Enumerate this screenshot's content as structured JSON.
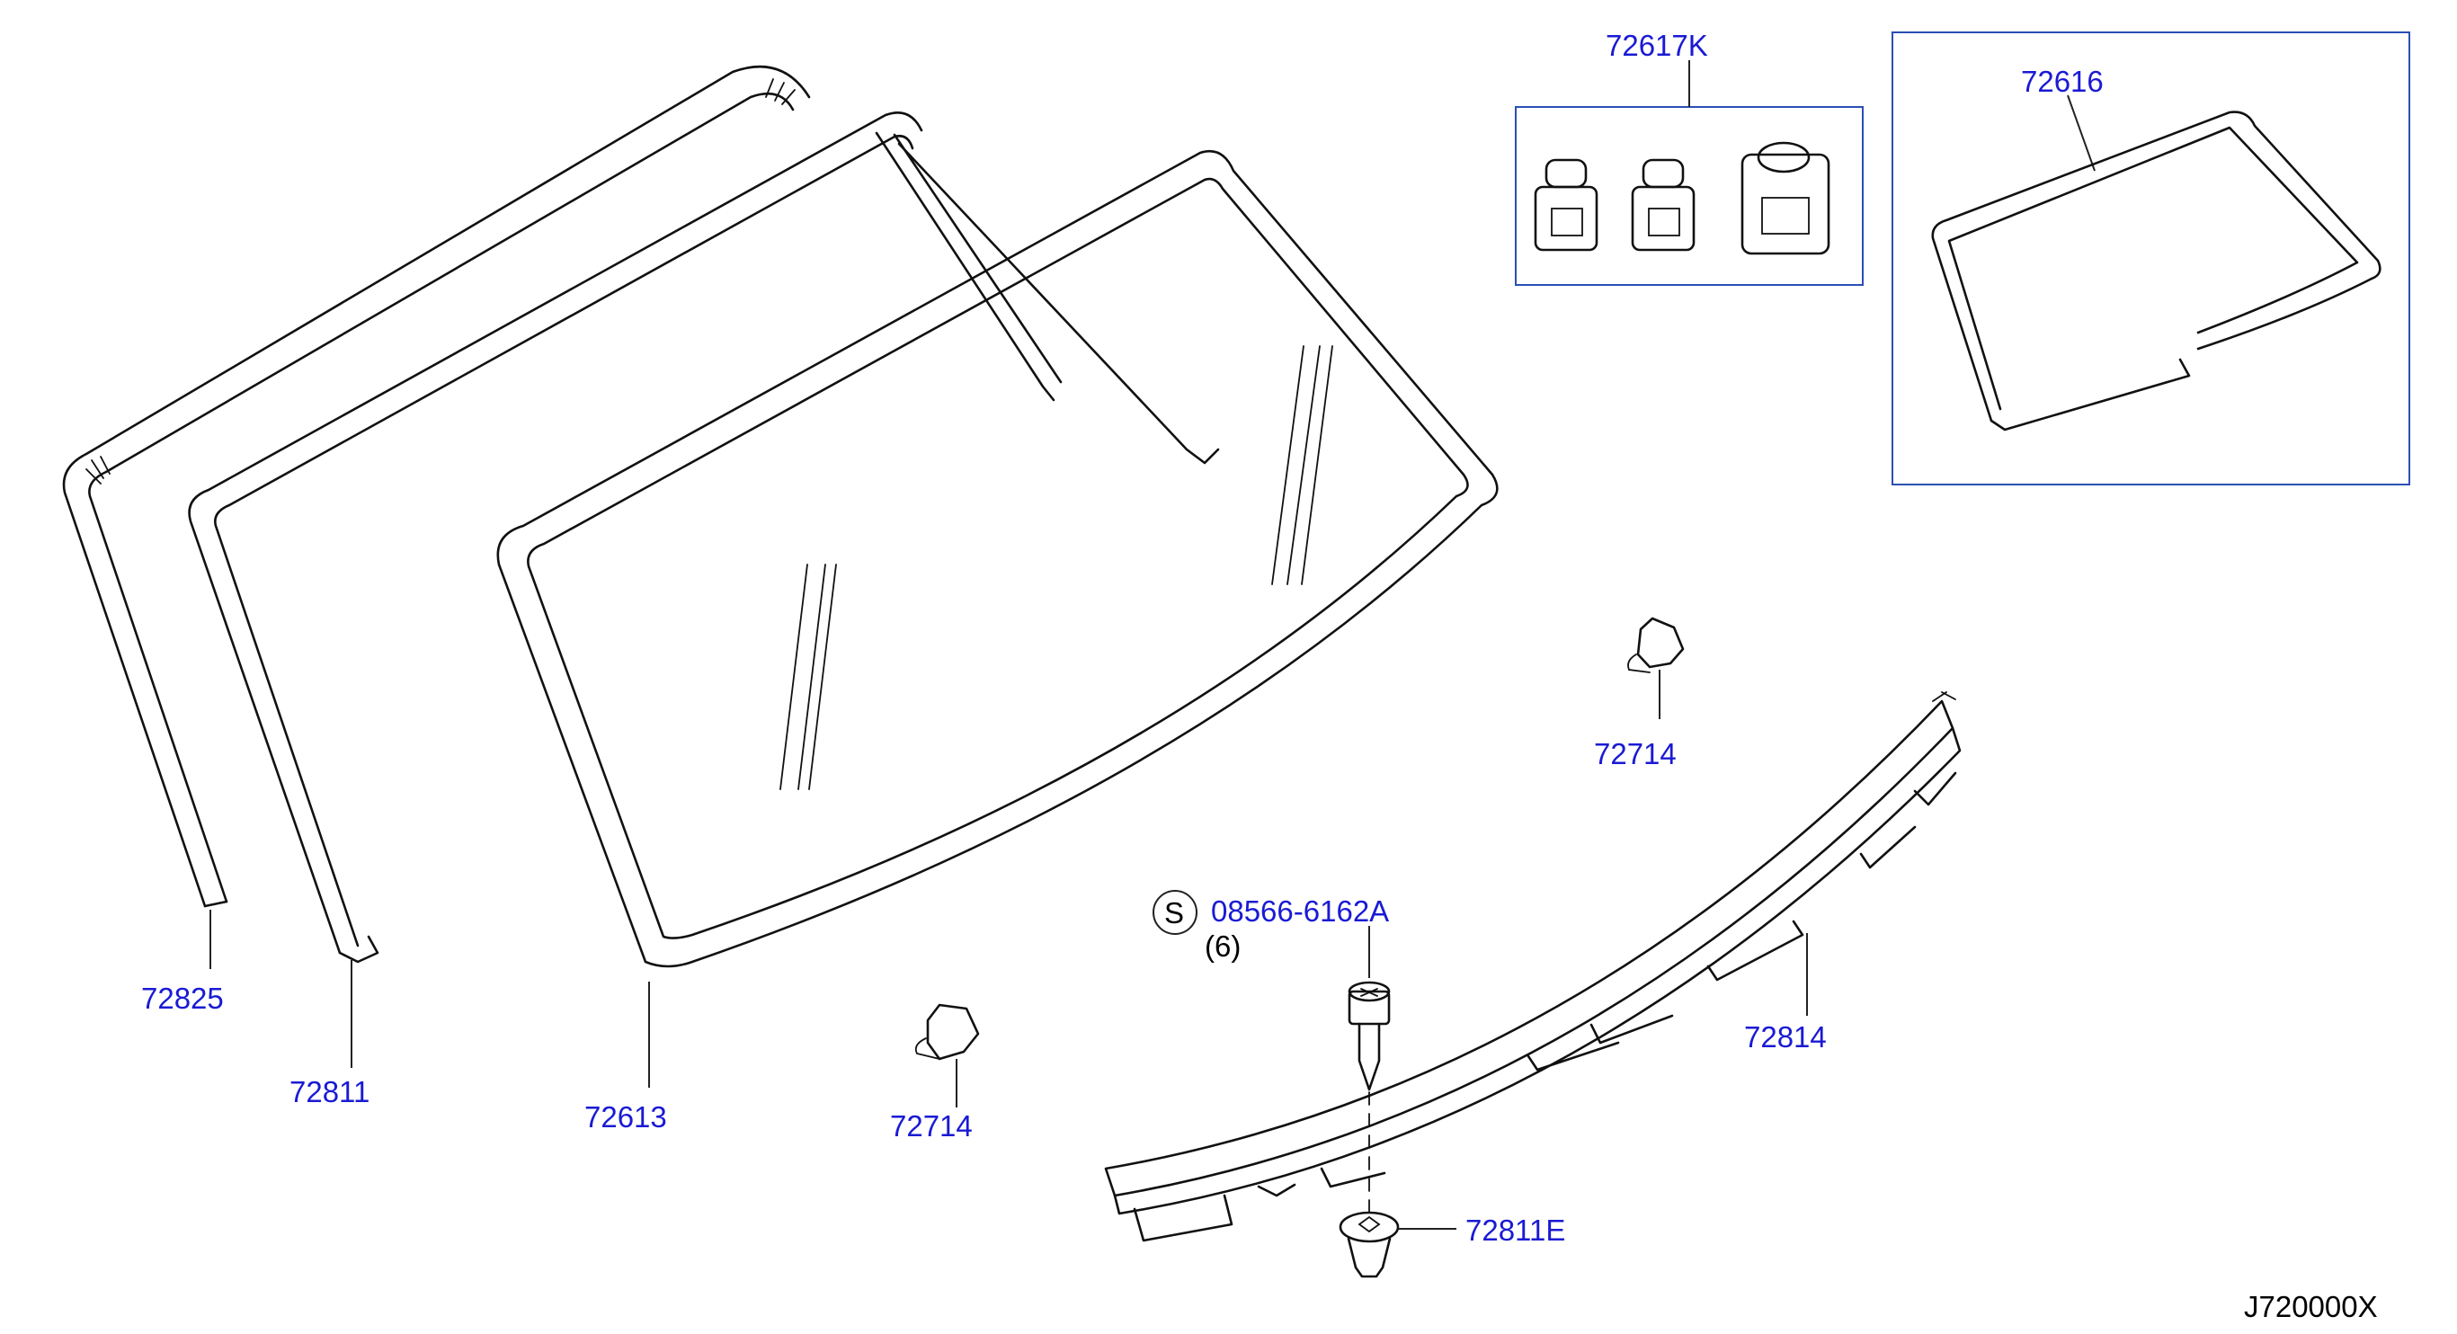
{
  "diagram": {
    "labels": {
      "p72825": "72825",
      "p72811": "72811",
      "p72613": "72613",
      "p72714_a": "72714",
      "p72714_b": "72714",
      "p72617k": "72617K",
      "p72616": "72616",
      "p08566": "08566-6162A",
      "qty": "(6)",
      "s_mark": "S",
      "p72814": "72814",
      "p72811e": "72811E",
      "drawing_code": "J720000X"
    },
    "colors": {
      "label": "#1a1ad4",
      "line": "#111111",
      "box": "#2a4fb5"
    }
  }
}
